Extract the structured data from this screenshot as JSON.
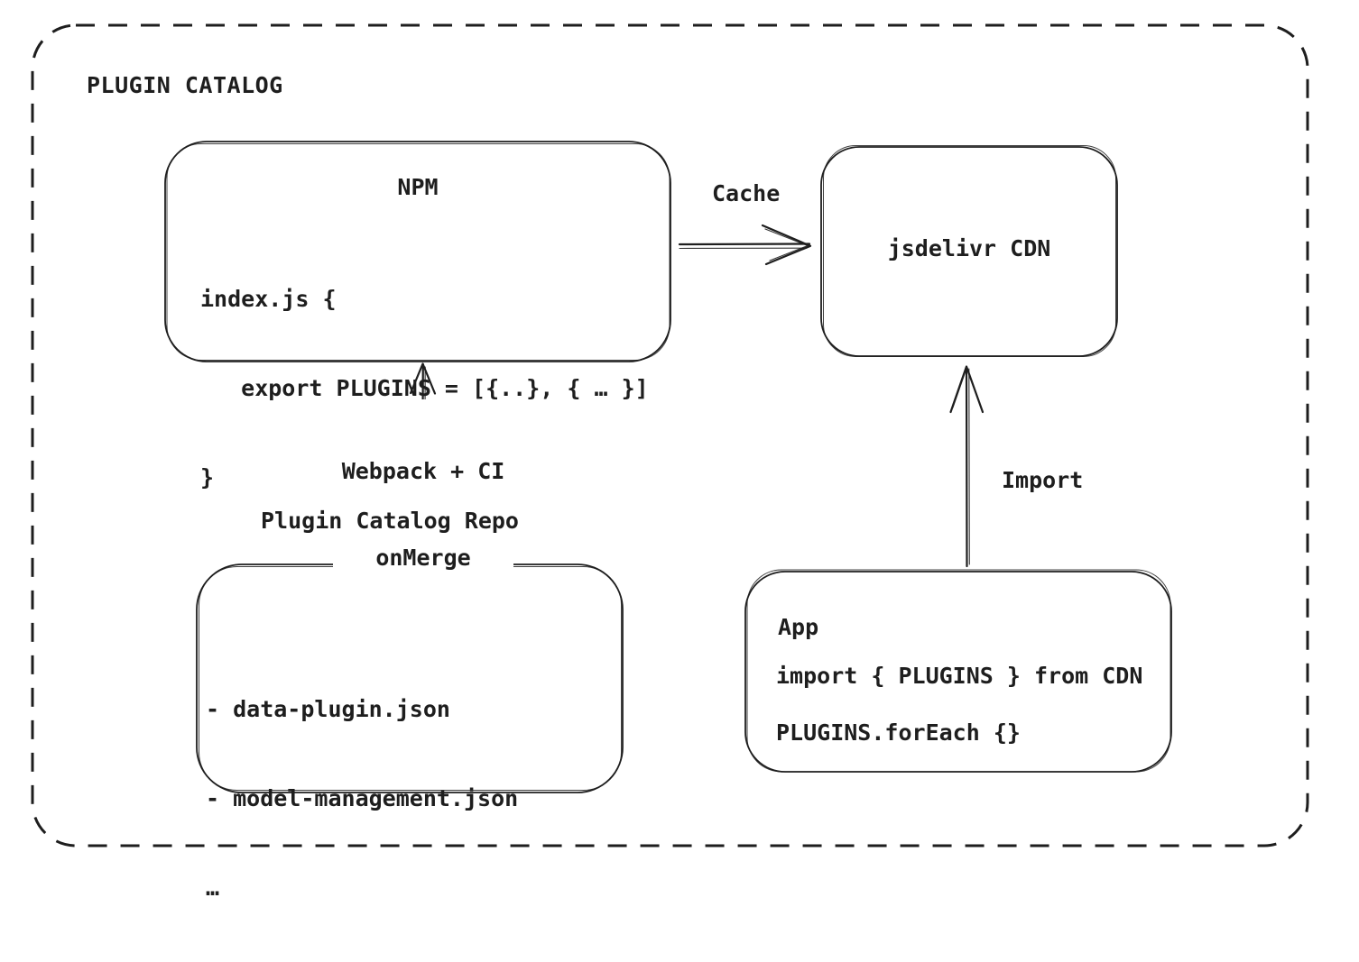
{
  "diagram_title": "PLUGIN CATALOG",
  "nodes": {
    "npm": {
      "title": "NPM",
      "code": [
        "index.js {",
        "   export PLUGINS = [{..}, { … }]",
        "}"
      ]
    },
    "cdn": {
      "title": "jsdelivr CDN"
    },
    "repo": {
      "label": "Plugin Catalog Repo",
      "files": [
        "- data-plugin.json",
        "- model-management.json",
        "…"
      ]
    },
    "app": {
      "title": "App",
      "code": [
        "import { PLUGINS } from CDN",
        "PLUGINS.forEach {}"
      ]
    }
  },
  "edges": {
    "cache": {
      "label": "Cache",
      "from": "NPM",
      "to": "jsdelivr CDN"
    },
    "build": {
      "label_line1": "Webpack + CI",
      "label_line2": "onMerge",
      "from": "Plugin Catalog Repo",
      "to": "NPM"
    },
    "import": {
      "label": "Import",
      "from": "App",
      "to": "jsdelivr CDN"
    }
  },
  "colors": {
    "ink": "#1e1e1e",
    "background": "#ffffff"
  }
}
